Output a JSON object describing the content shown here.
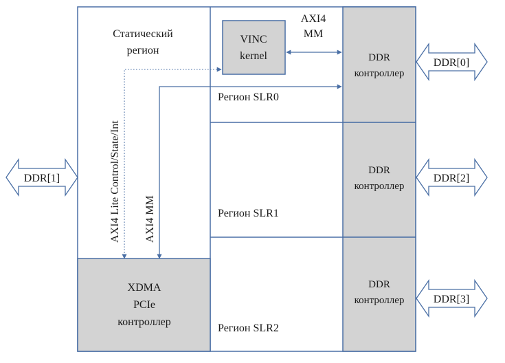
{
  "static_region": {
    "label_line1": "Статический",
    "label_line2": "регион"
  },
  "vinc": {
    "line1": "VINC",
    "line2": "kernel"
  },
  "axi4_mm_top": {
    "line1": "AXI4",
    "line2": "MM"
  },
  "axi4_lite_label": "AXI4 Lite Control/State/Int",
  "axi4_mm_vertical_label": "AXI4 MM",
  "regions": {
    "slr0": "Регион SLR0",
    "slr1": "Регион SLR1",
    "slr2": "Регион SLR2"
  },
  "xdma": {
    "line1": "XDMA",
    "line2": "PCIe",
    "line3": "контроллер"
  },
  "ddr_controllers": [
    {
      "line1": "DDR",
      "line2": "контроллер"
    },
    {
      "line1": "DDR",
      "line2": "контроллер"
    },
    {
      "line1": "DDR",
      "line2": "контроллер"
    }
  ],
  "ddr_ports": {
    "ddr0": "DDR[0]",
    "ddr1": "DDR[1]",
    "ddr2": "DDR[2]",
    "ddr3": "DDR[3]"
  },
  "colors": {
    "border": "#4a6fa5",
    "block_fill": "#d3d3d3",
    "text": "#1a1a1a"
  }
}
